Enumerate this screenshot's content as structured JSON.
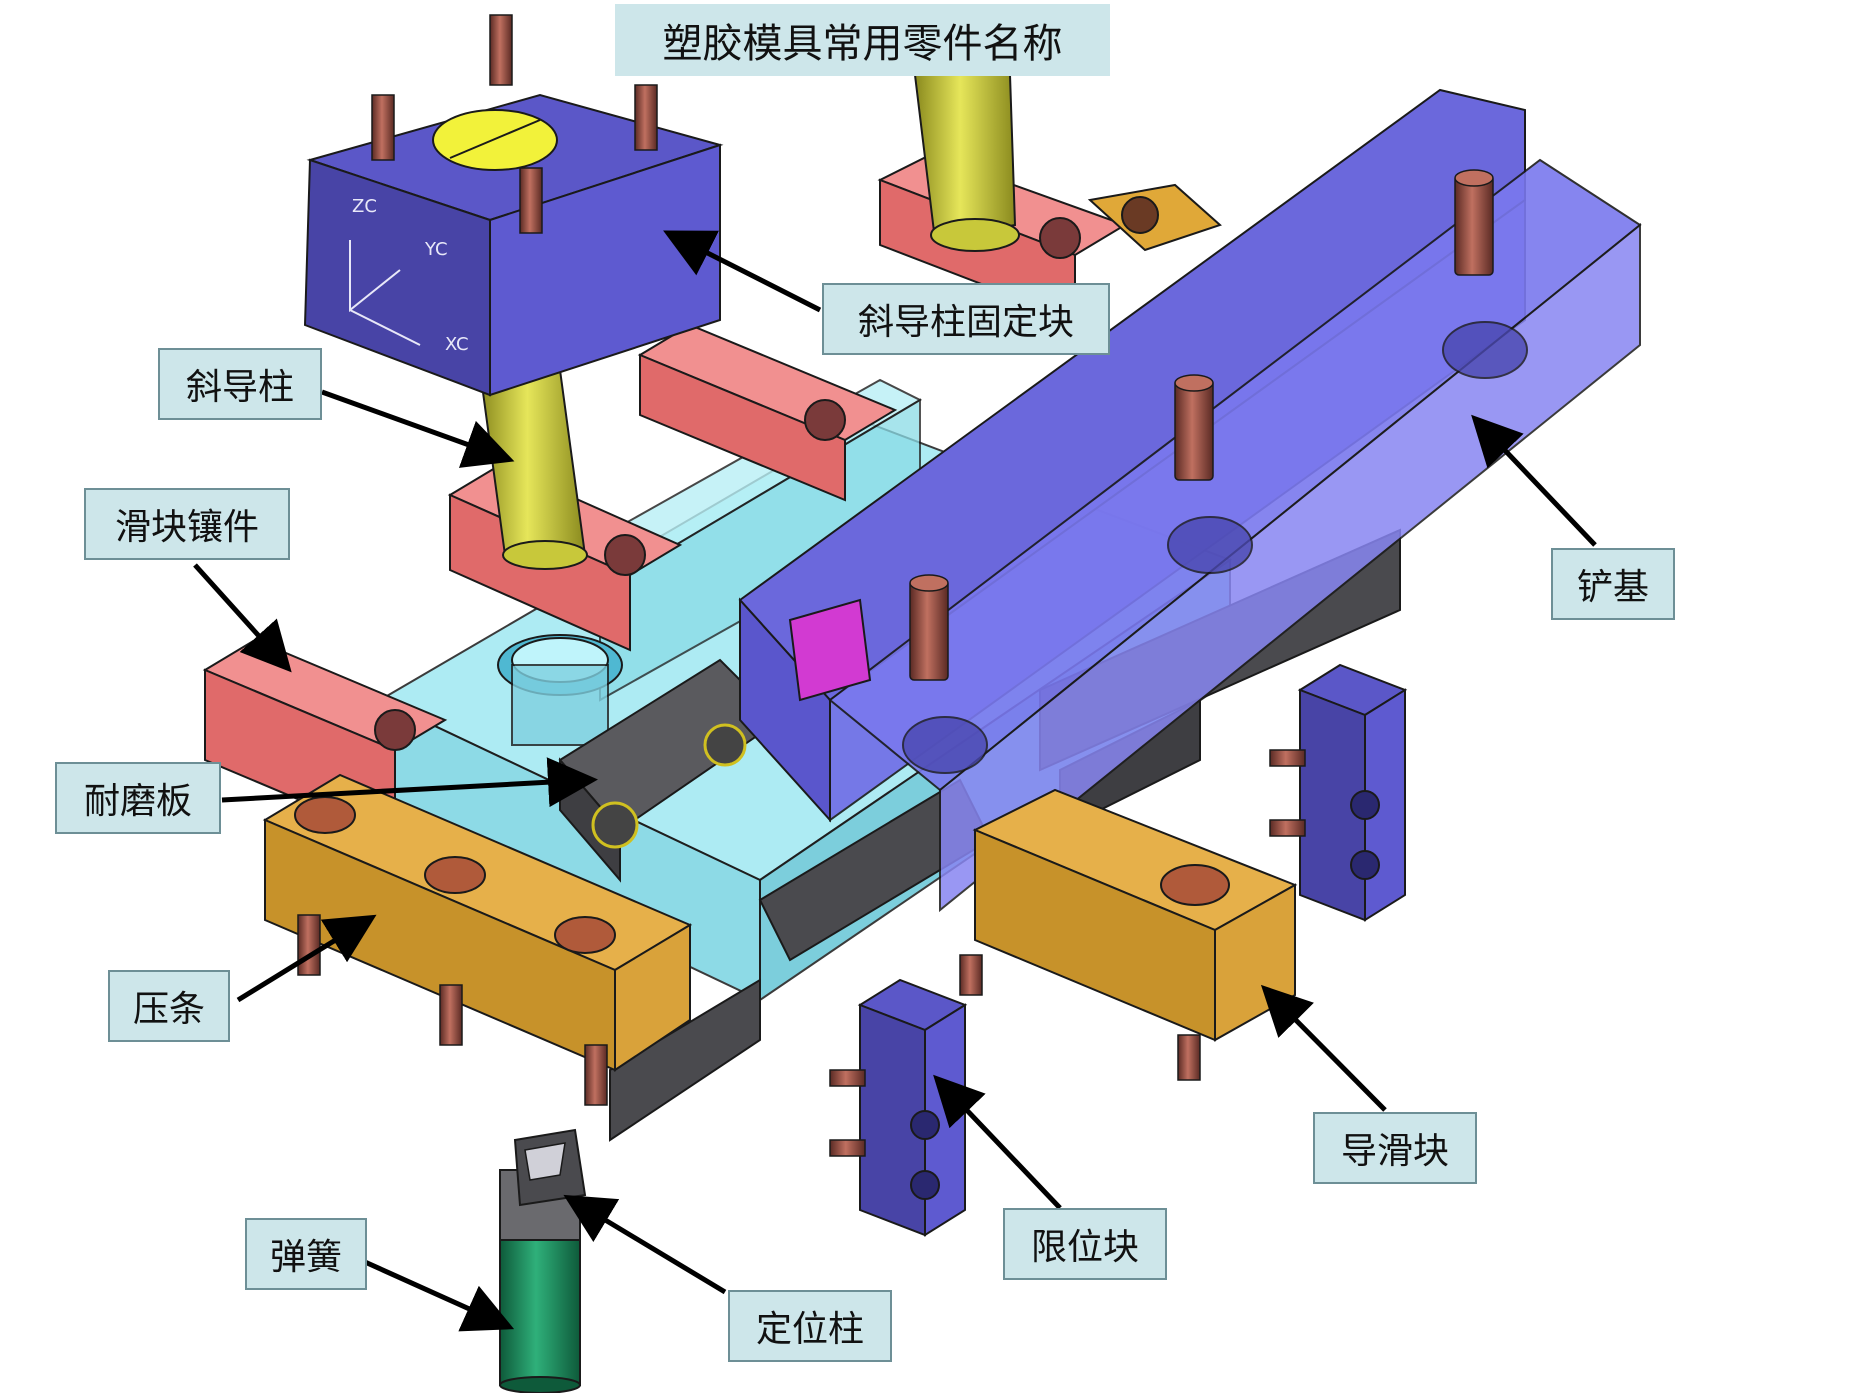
{
  "title": "塑胶模具常用零件名称",
  "axes": {
    "zc": "ZC",
    "yc": "YC",
    "xc": "XC"
  },
  "labels": {
    "angle_pin_block": "斜导柱固定块",
    "angle_pin": "斜导柱",
    "slider_insert": "滑块镶件",
    "heel_block": "铲基",
    "wear_plate": "耐磨板",
    "gib": "压条",
    "guide_slider": "导滑块",
    "stop_block": "限位块",
    "spring": "弹簧",
    "locating_pin": "定位柱"
  },
  "colors": {
    "block_blue": "#5b57c8",
    "pin_yellow": "#c8c83a",
    "insert_red": "#e87474",
    "cavity_cyan": "#8fe4ef",
    "wear_gray": "#5a5a5e",
    "gib_orange": "#e0a838",
    "spring_green": "#1f8a5a",
    "label_bg": "#cde6ea"
  }
}
